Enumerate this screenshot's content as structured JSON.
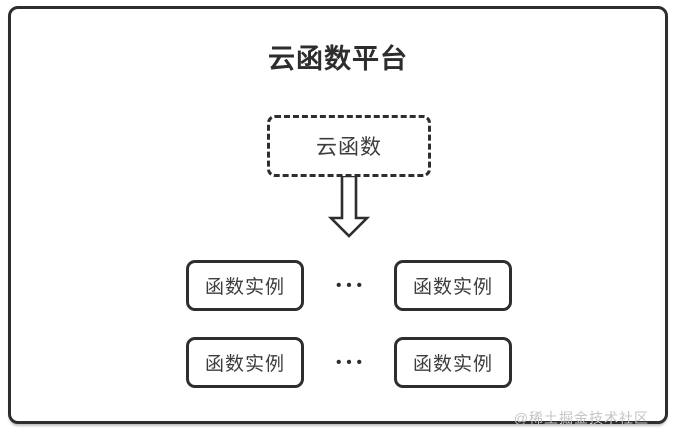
{
  "diagram": {
    "title": "云函数平台",
    "cloud_function": {
      "label": "云函数"
    },
    "ellipsis": "•••",
    "rows": [
      {
        "instances": [
          {
            "label": "函数实例"
          },
          {
            "label": "函数实例"
          }
        ]
      },
      {
        "instances": [
          {
            "label": "函数实例"
          },
          {
            "label": "函数实例"
          }
        ]
      }
    ],
    "colors": {
      "border": "#2e2e2e",
      "text": "#3d3d3d",
      "title_text": "#2d2d2d",
      "watermark_text": "#c5c5c5",
      "background": "#ffffff"
    }
  },
  "watermark": {
    "text": "@稀土掘金技术社区"
  }
}
